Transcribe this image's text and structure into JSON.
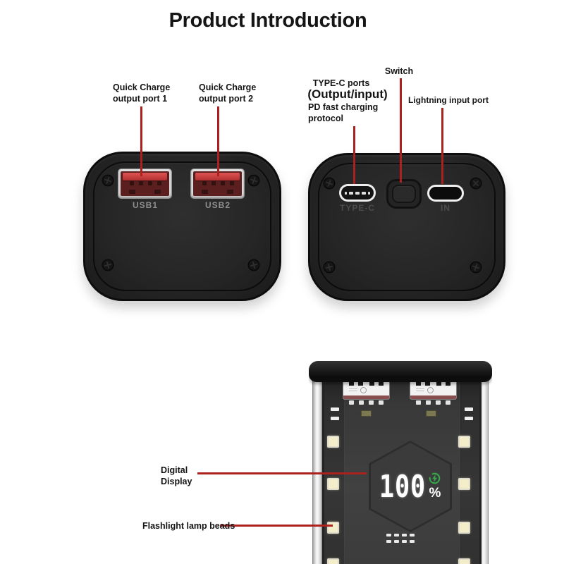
{
  "title": "Product Introduction",
  "colors": {
    "annotation_red": "#ab211d",
    "device_black": "#262626",
    "usb_port_red": "#c13a3a",
    "led_bead_cream": "#f3eec9",
    "charge_green": "#35a94b",
    "power_bank_body_gray": "#3c3c3c"
  },
  "top_left_device": {
    "annotation_port1": "Quick Charge\noutput port 1",
    "annotation_port2": "Quick Charge\noutput port 2",
    "port1_label": "USB1",
    "port2_label": "USB2"
  },
  "top_right_device": {
    "annotation_typec_title": "TYPE-C ports",
    "annotation_typec_sub": "(Output/input)",
    "annotation_typec_protocol": "PD fast charging\nprotocol",
    "annotation_switch": "Switch",
    "annotation_lightning": "Lightning input port",
    "typec_label": "TYPE-C",
    "in_label": "IN"
  },
  "bottom_device": {
    "annotation_display": "Digital\nDisplay",
    "annotation_flashlight": "Flashlight lamp beads",
    "display_value": "100",
    "display_unit": "%",
    "charging_icon": "charging-bolt-circle"
  }
}
